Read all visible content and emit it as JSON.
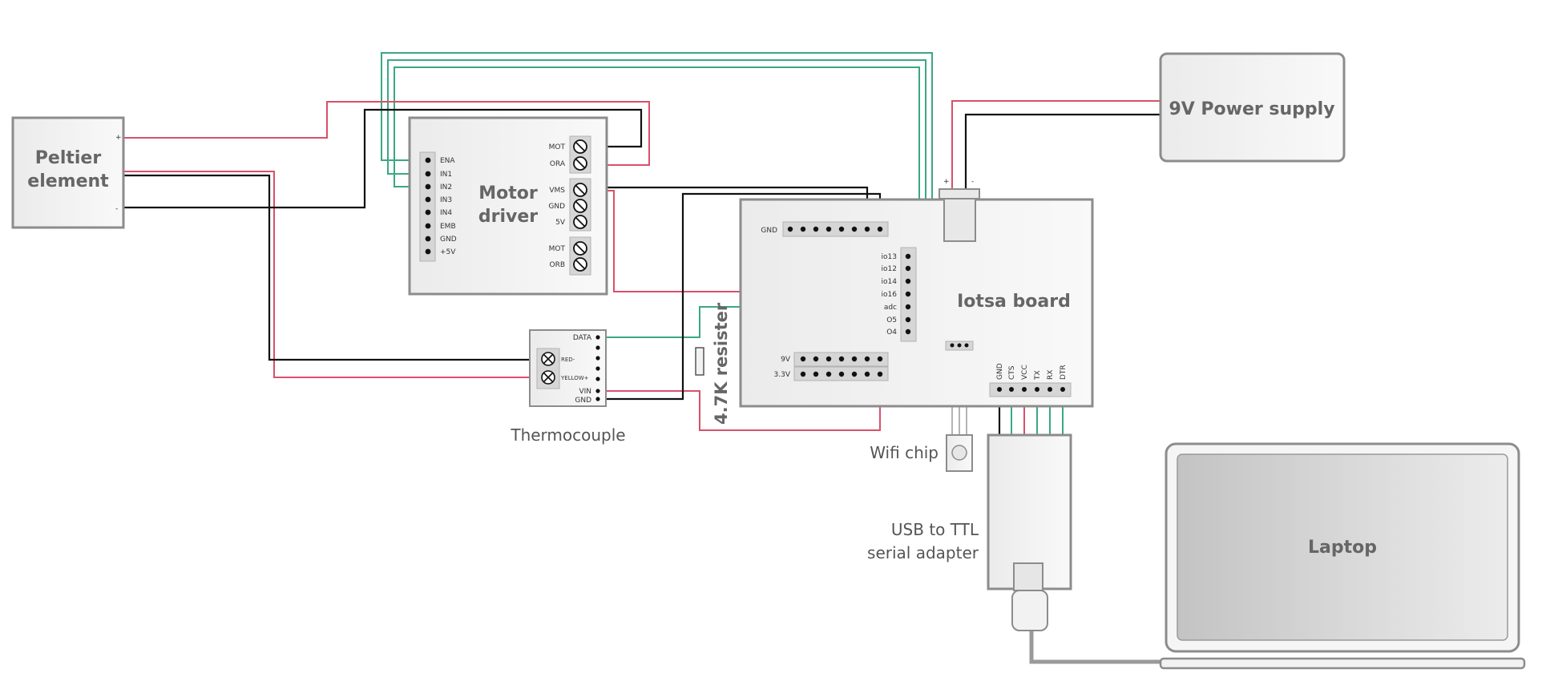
{
  "components": {
    "peltier": {
      "name": "Peltier\nelement",
      "line1": "Peltier",
      "line2": "element",
      "plus": "+",
      "minus": "-"
    },
    "motor_driver": {
      "line1": "Motor",
      "line2": "driver",
      "left_pins": [
        "ENA",
        "IN1",
        "IN2",
        "IN3",
        "IN4",
        "EMB",
        "GND",
        "+5V"
      ],
      "right_pins": [
        "MOT",
        "ORA",
        "VMS",
        "GND",
        "5V",
        "MOT",
        "ORB"
      ]
    },
    "power_supply": {
      "label": "9V Power supply",
      "plus": "+",
      "minus": "-"
    },
    "iotsa_board": {
      "label": "Iotsa board",
      "gnd_header": "GND",
      "io_pins": [
        "io13",
        "io12",
        "io14",
        "io16",
        "adc",
        "O5",
        "O4"
      ],
      "power_rows": [
        "9V",
        "3.3V"
      ],
      "serial_pins": [
        "GND",
        "CTS",
        "VCC",
        "TX",
        "RX",
        "DTR"
      ]
    },
    "thermocouple": {
      "label": "Thermocouple",
      "pins": [
        "DATA",
        "VIN",
        "GND"
      ],
      "inputs": [
        "RED-",
        "YELLOW+"
      ]
    },
    "resistor": {
      "label": "4.7K resister"
    },
    "wifi_chip": {
      "label": "Wifi chip"
    },
    "usb_ttl": {
      "line1": "USB to TTL",
      "line2": "serial adapter"
    },
    "laptop": {
      "label": "Laptop"
    }
  },
  "colors": {
    "power": "#d9506a",
    "ground": "#111111",
    "signal": "#3aa882",
    "component_border": "#8c8c8c"
  }
}
